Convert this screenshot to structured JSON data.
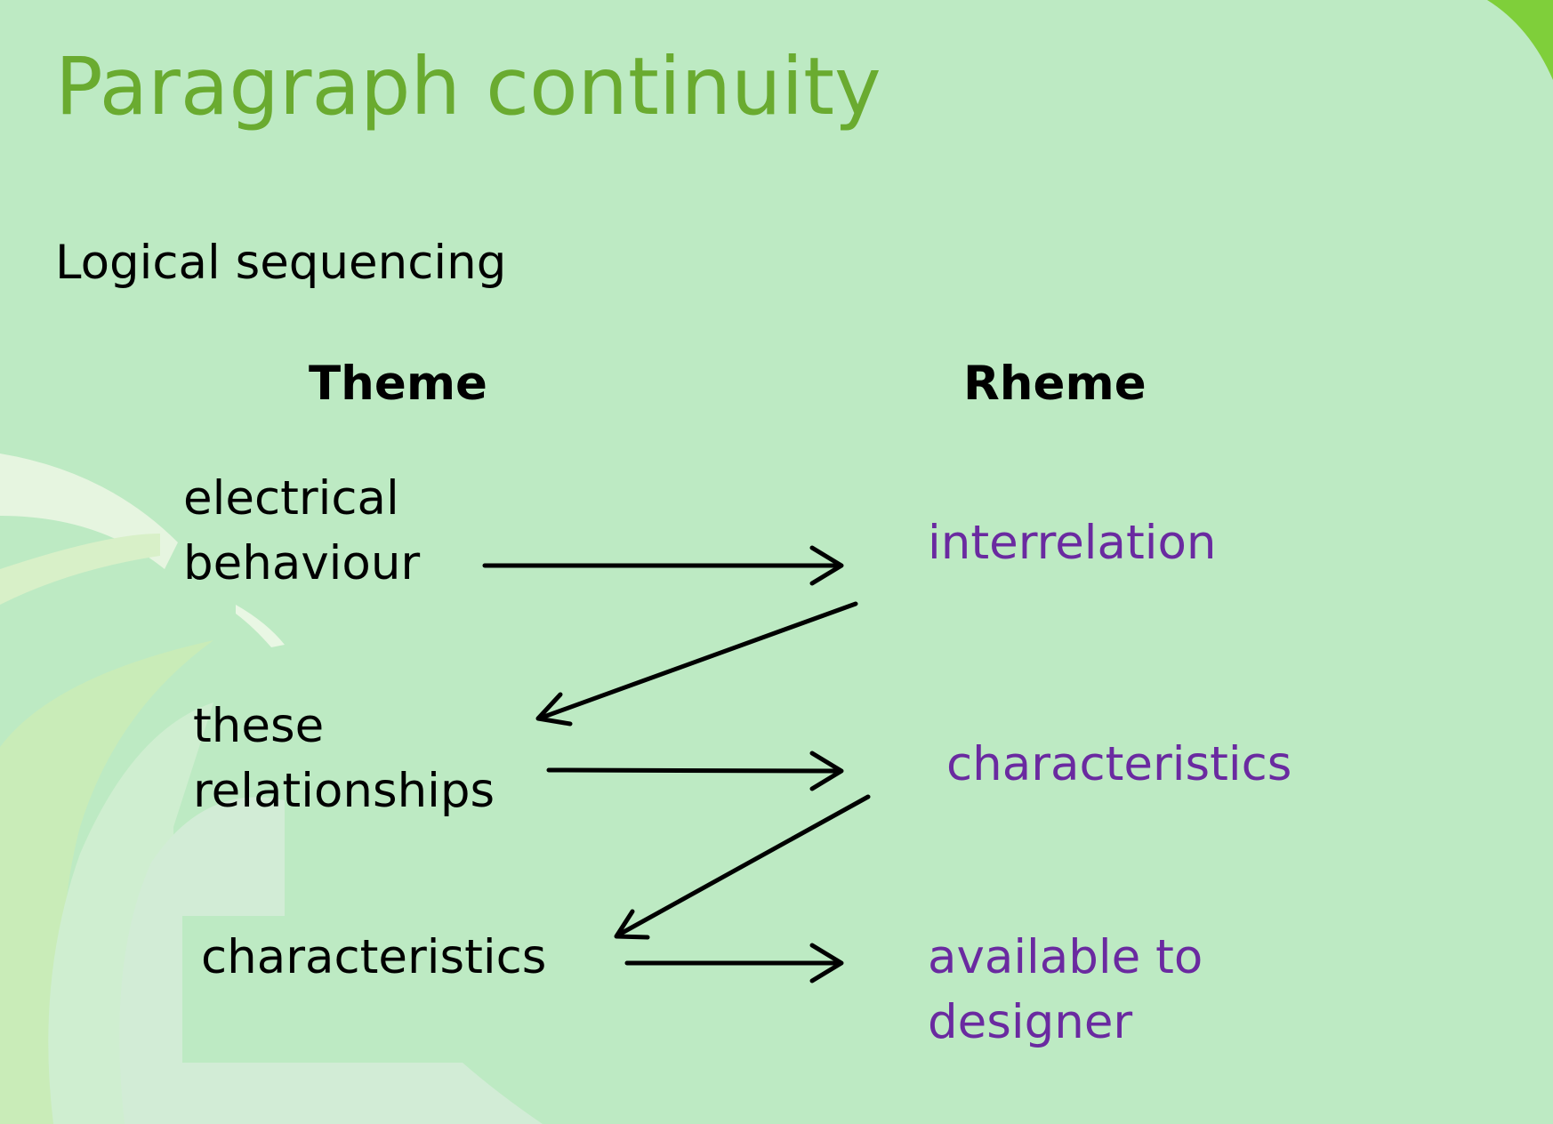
{
  "slide": {
    "title": "Paragraph continuity",
    "subtitle": "Logical sequencing",
    "colors": {
      "background": "#bdeac3",
      "title": "#6aab30",
      "rheme_text": "#6a2aa0",
      "text": "#000000"
    }
  },
  "diagram": {
    "theme_heading": "Theme",
    "rheme_heading": "Rheme",
    "themes": [
      "electrical\nbehaviour",
      "these\nrelationships",
      "characteristics"
    ],
    "rhemes": [
      "interrelation",
      "characteristics",
      "available to\ndesigner"
    ]
  }
}
